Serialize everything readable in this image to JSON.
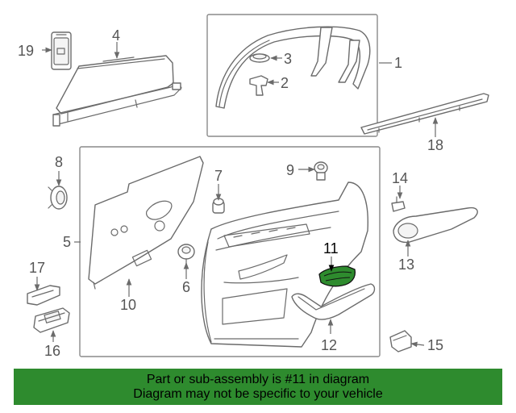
{
  "callouts": {
    "c1": "1",
    "c2": "2",
    "c3": "3",
    "c4": "4",
    "c5": "5",
    "c6": "6",
    "c7": "7",
    "c8": "8",
    "c9": "9",
    "c10": "10",
    "c11": "11",
    "c12": "12",
    "c13": "13",
    "c14": "14",
    "c15": "15",
    "c16": "16",
    "c17": "17",
    "c18": "18",
    "c19": "19"
  },
  "highlight": {
    "part": "11",
    "color": "#2e8b2e"
  },
  "banner": {
    "line1": "Part or sub-assembly is #11 in diagram",
    "line2": "Diagram may not be specific to your vehicle",
    "background": "#2e8b2e"
  }
}
